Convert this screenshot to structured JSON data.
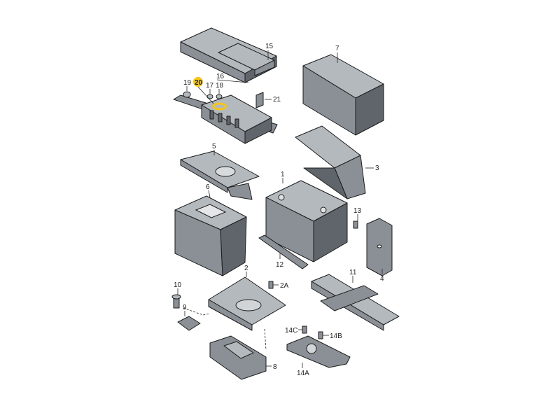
{
  "labels": {
    "l1": "1",
    "l2": "2",
    "l2a": "2A",
    "l3": "3",
    "l4": "4",
    "l5": "5",
    "l6": "6",
    "l7": "7",
    "l8": "8",
    "l9": "9",
    "l10": "10",
    "l11": "11",
    "l12": "12",
    "l13": "13",
    "l14a": "14A",
    "l14b": "14B",
    "l14c": "14C",
    "l15": "15",
    "l16": "16",
    "l17": "17",
    "l18": "18",
    "l19": "19",
    "l20": "20",
    "l21": "21"
  },
  "colors": {
    "highlight": "#f5c518",
    "part_mid": "#8a9096",
    "part_light": "#b4b9be",
    "part_dark": "#5f656b"
  }
}
